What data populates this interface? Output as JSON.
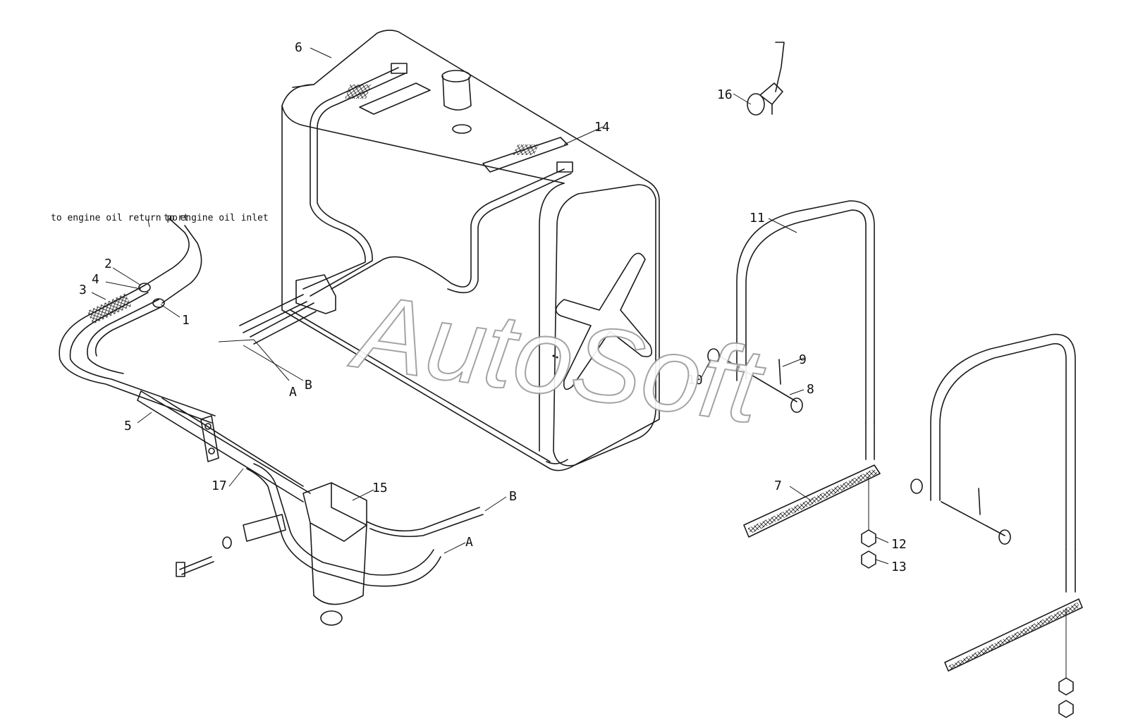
{
  "diagram": {
    "callouts": [
      "1",
      "2",
      "3",
      "4",
      "5",
      "6",
      "7",
      "8",
      "9",
      "10",
      "11",
      "12",
      "13",
      "14",
      "15",
      "16",
      "17"
    ],
    "connectors": {
      "a": "A",
      "b": "B"
    },
    "notes": {
      "return_port": "to engine oil return port",
      "inlet": "to engine oil inlet"
    },
    "watermark": "AutoSoft"
  }
}
